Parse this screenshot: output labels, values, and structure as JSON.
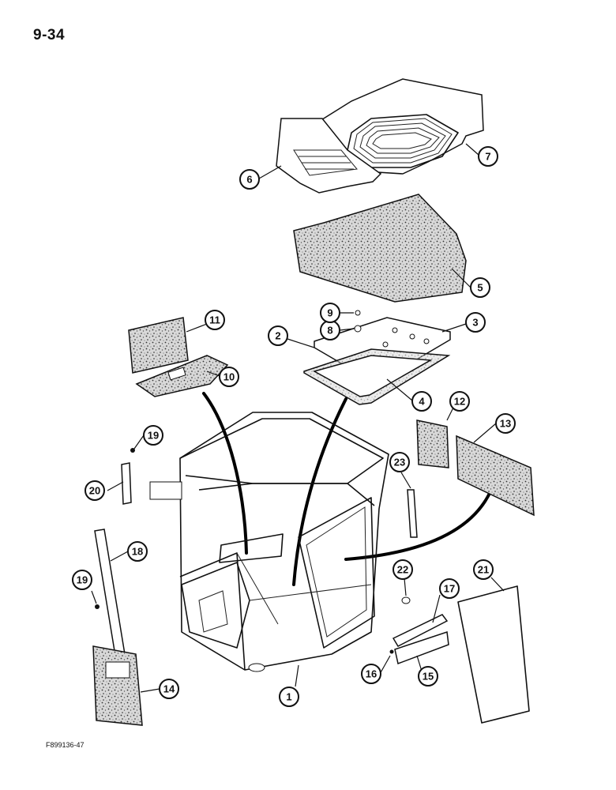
{
  "page_number": "9-34",
  "figure_code": "F899136-47",
  "callouts": [
    {
      "id": "c1",
      "label": "1"
    },
    {
      "id": "c2",
      "label": "2"
    },
    {
      "id": "c3",
      "label": "3"
    },
    {
      "id": "c4",
      "label": "4"
    },
    {
      "id": "c5",
      "label": "5"
    },
    {
      "id": "c6",
      "label": "6"
    },
    {
      "id": "c7",
      "label": "7"
    },
    {
      "id": "c8",
      "label": "8"
    },
    {
      "id": "c9",
      "label": "9"
    },
    {
      "id": "c10",
      "label": "10"
    },
    {
      "id": "c11",
      "label": "11"
    },
    {
      "id": "c12",
      "label": "12"
    },
    {
      "id": "c13",
      "label": "13"
    },
    {
      "id": "c14",
      "label": "14"
    },
    {
      "id": "c15",
      "label": "15"
    },
    {
      "id": "c16",
      "label": "16"
    },
    {
      "id": "c17",
      "label": "17"
    },
    {
      "id": "c18",
      "label": "18"
    },
    {
      "id": "c19a",
      "label": "19"
    },
    {
      "id": "c19b",
      "label": "19"
    },
    {
      "id": "c20",
      "label": "20"
    },
    {
      "id": "c21",
      "label": "21"
    },
    {
      "id": "c22",
      "label": "22"
    },
    {
      "id": "c23",
      "label": "23"
    }
  ]
}
